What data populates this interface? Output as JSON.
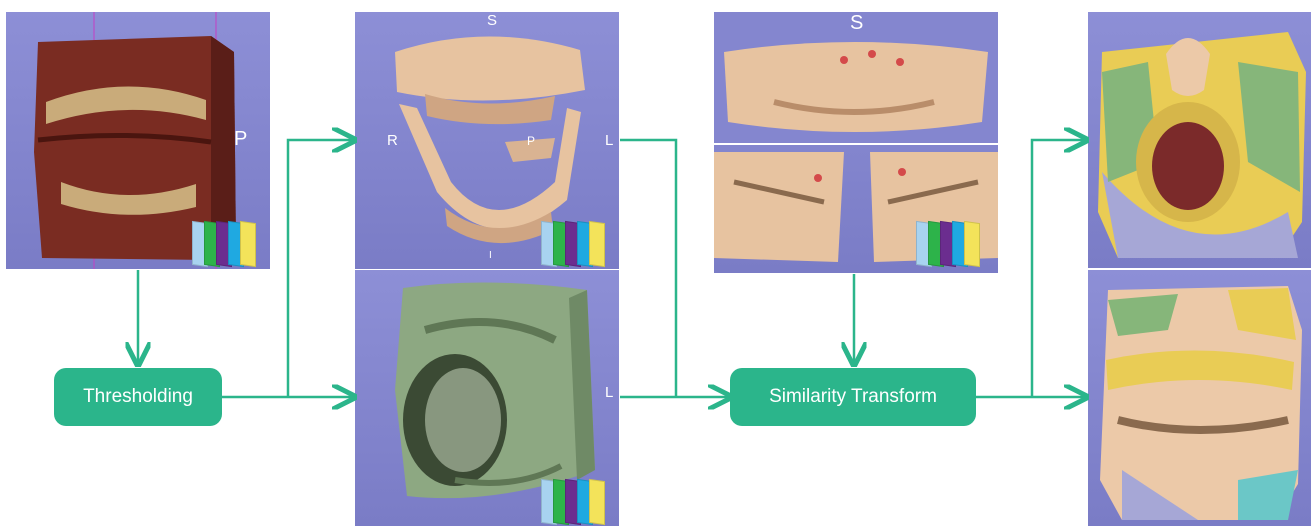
{
  "steps": {
    "thresholding": "Thresholding",
    "similarity": "Similarity Transform"
  },
  "panels": {
    "ct_volume": {
      "label_p": "P"
    },
    "bone_model": {
      "label_s": "S",
      "label_r": "R",
      "label_l": "L",
      "label_p": "P",
      "label_i": "I"
    },
    "soft_model": {
      "label_l": "L"
    },
    "registered": {
      "label_s": "S"
    }
  },
  "colors": {
    "accent": "#2bb58b",
    "panel_bg": "#8486cf",
    "bone": "#e7c3a0",
    "soft": "#8da882",
    "ct": "#7a2c22",
    "stack": [
      "#a8d3f0",
      "#2db34a",
      "#6b2d8f",
      "#1fa9e1",
      "#f3e35a"
    ]
  }
}
